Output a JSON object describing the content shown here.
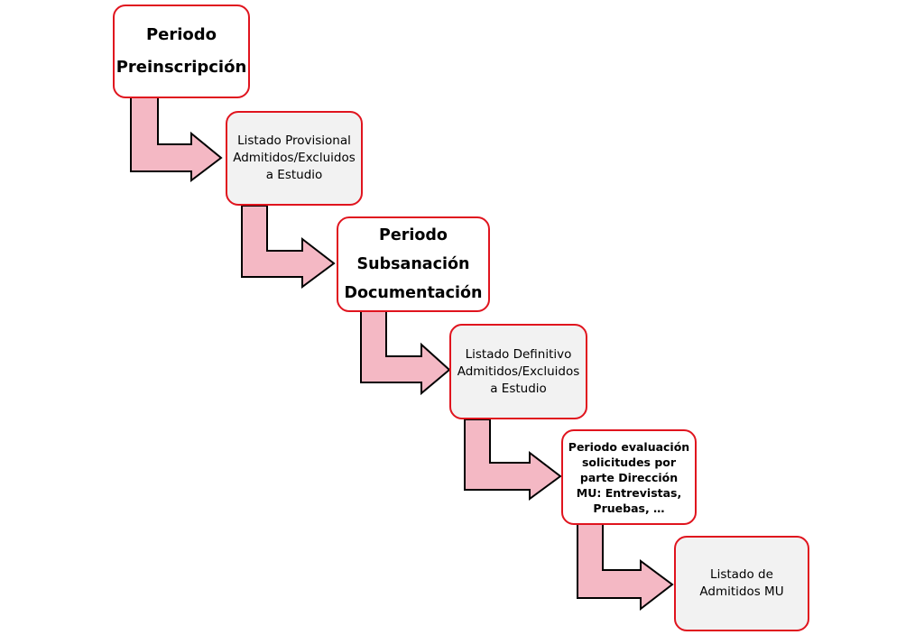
{
  "colors": {
    "box_border": "#e0141e",
    "major_fill": "#ffffff",
    "minor_fill": "#f2f2f2",
    "arrow_fill": "#f4b8c4",
    "arrow_stroke": "#000000"
  },
  "steps": [
    {
      "id": "periodo-preinscripcion",
      "kind": "major",
      "text": "Periodo\nPreinscripción"
    },
    {
      "id": "listado-provisional",
      "kind": "minor",
      "text": "Listado Provisional\nAdmitidos/Excluidos\na Estudio"
    },
    {
      "id": "periodo-subsanacion",
      "kind": "major",
      "text": "Periodo\nSubsanación\nDocumentación"
    },
    {
      "id": "listado-definitivo",
      "kind": "minor",
      "text": "Listado Definitivo\nAdmitidos/Excluidos\na Estudio"
    },
    {
      "id": "periodo-evaluacion",
      "kind": "major",
      "text": "Periodo evaluación\nsolicitudes por\nparte Dirección\nMU: Entrevistas,\nPruebas, …"
    },
    {
      "id": "listado-admitidos",
      "kind": "minor",
      "text": "Listado de\nAdmitidos MU"
    }
  ]
}
